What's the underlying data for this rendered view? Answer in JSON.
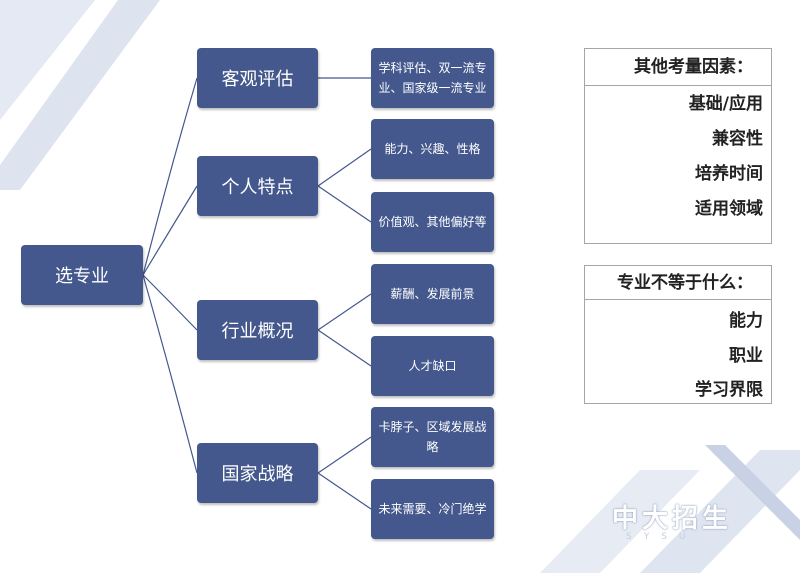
{
  "mindmap": {
    "root": "选专业",
    "branches": [
      {
        "label": "客观评估",
        "children": [
          "学科评估、双一流专业、国家级一流专业"
        ]
      },
      {
        "label": "个人特点",
        "children": [
          "能力、兴趣、性格",
          "价值观、其他偏好等"
        ]
      },
      {
        "label": "行业概况",
        "children": [
          "薪酬、发展前景",
          "人才缺口"
        ]
      },
      {
        "label": "国家战略",
        "children": [
          "卡脖子、区域发展战略",
          "未来需要、冷门绝学"
        ]
      }
    ]
  },
  "panels": [
    {
      "title": "其他考量因素：",
      "items": [
        "基础/应用",
        "兼容性",
        "培养时间",
        "适用领域"
      ]
    },
    {
      "title": "专业不等于什么：",
      "items": [
        "能力",
        "职业",
        "学习界限"
      ]
    }
  ],
  "watermark": {
    "text": "中大招生",
    "sub": "SYSU"
  },
  "colors": {
    "node": "#44588d",
    "line": "#44588d",
    "panel_border": "#a6a6a6"
  }
}
